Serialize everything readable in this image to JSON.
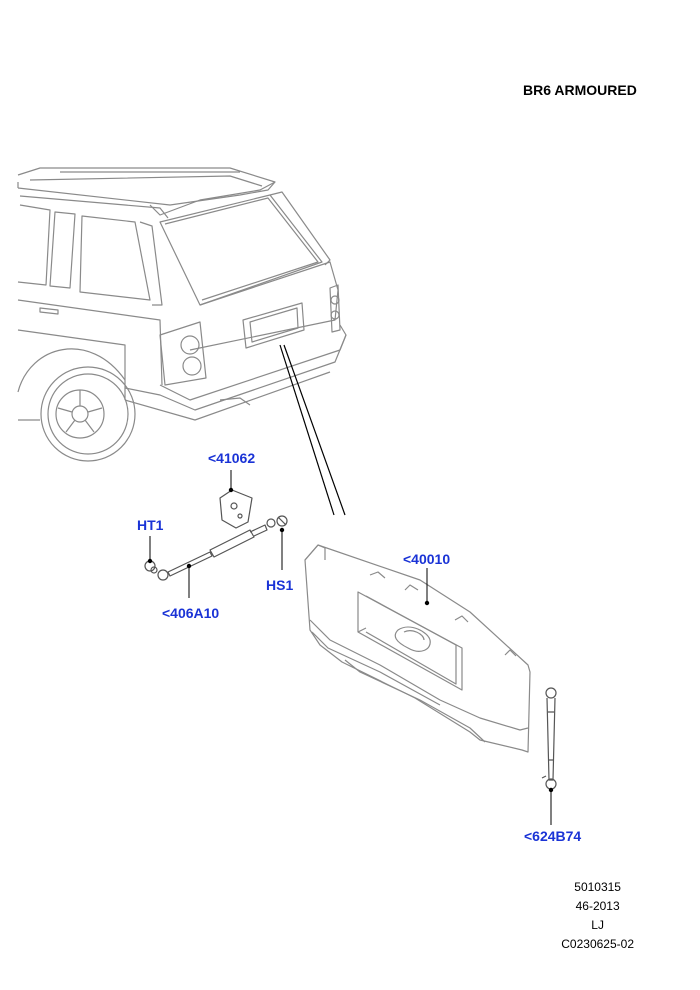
{
  "title": "BR6 ARMOURED",
  "callouts": {
    "c41062": "<41062",
    "ht1": "HT1",
    "hs1": "HS1",
    "c406a10": "<406A10",
    "c40010": "<40010",
    "c624b74": "<624B74"
  },
  "footer": {
    "line1": "5010315",
    "line2": "46-2013",
    "line3": "LJ",
    "line4": "C0230625-02"
  },
  "colors": {
    "callout": "#1a33d6",
    "line_art": "#8a8a8a",
    "leader": "#000000"
  }
}
